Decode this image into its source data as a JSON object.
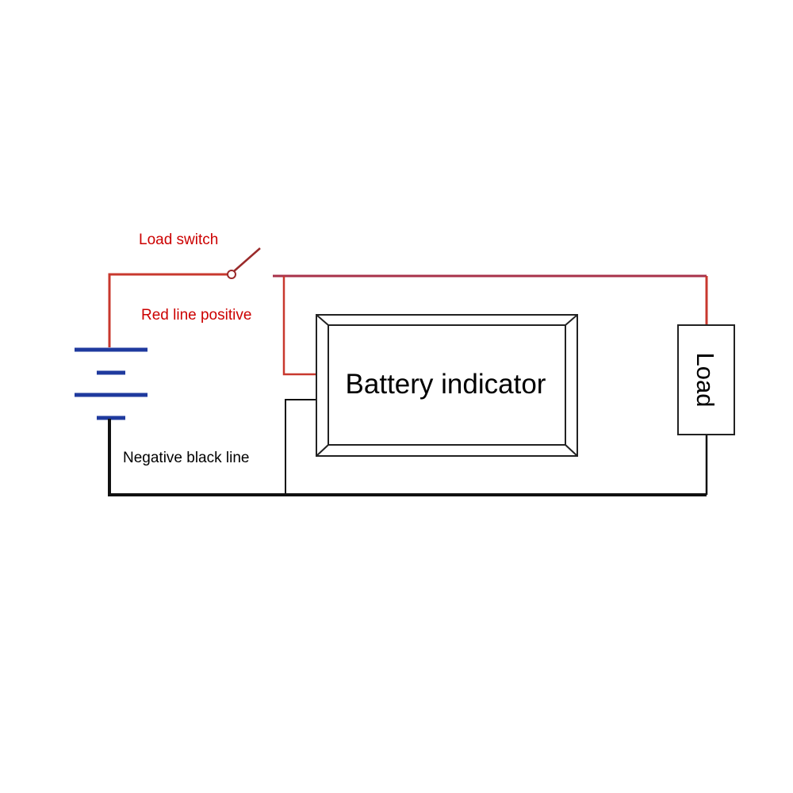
{
  "diagram": {
    "labels": {
      "load_switch": "Load switch",
      "red_line_positive": "Red line positive",
      "negative_black_line": "Negative black line",
      "battery_indicator": "Battery indicator",
      "load": "Load"
    },
    "colors": {
      "positive_wire": "#c8382e",
      "top_wire": "#a8324a",
      "negative_wire": "#111111",
      "battery_plates": "#1f3a9e",
      "label_red": "#cc0000",
      "label_black": "#000000"
    },
    "icons": {
      "battery": "battery-symbol-icon",
      "switch": "switch-symbol-icon",
      "indicator": "indicator-box",
      "load": "load-box"
    }
  }
}
